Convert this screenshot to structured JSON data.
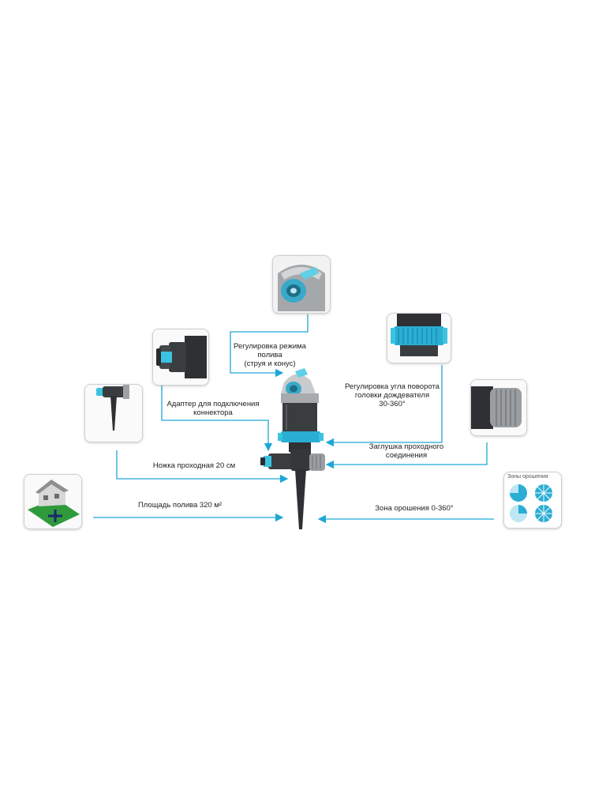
{
  "labels": {
    "mode": [
      "Регулировка режима",
      "полива",
      "(струя и конус)"
    ],
    "adapter": [
      "Адаптер для подключения",
      "коннектора"
    ],
    "angle": [
      "Регулировка угла поворота",
      "головки дождевателя",
      "30-360°"
    ],
    "plug": [
      "Заглушка проходного",
      "соединения"
    ],
    "leg": "Ножка проходная 20 см",
    "area": "Площадь полива 320 м²",
    "zone": "Зона орошения 0-360°"
  },
  "zones_thumb_title": "Зоны орошения",
  "colors": {
    "accent": "#1ea7d6",
    "product_cyan": "#3cc3e0",
    "dark_gray": "#3a3d40",
    "light_gray": "#bfc3c6",
    "lawn_green": "#2f9a3c"
  }
}
